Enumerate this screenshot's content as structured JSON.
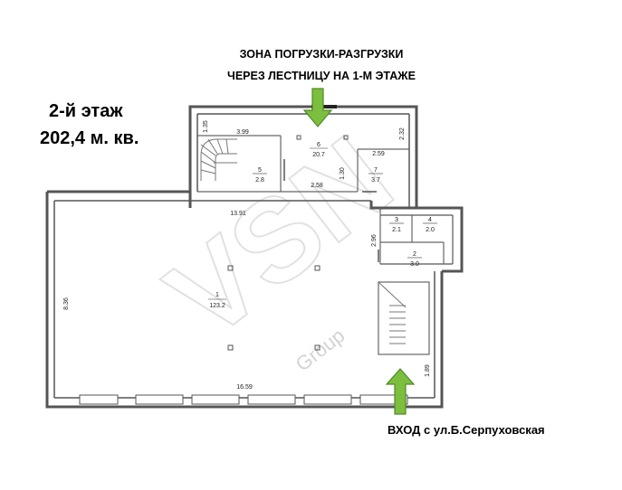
{
  "top_note": {
    "line1": "ЗОНА ПОГРУЗКИ-РАЗГРУЗКИ",
    "line2": "ЧЕРЕЗ ЛЕСТНИЦУ НА 1-М ЭТАЖЕ"
  },
  "floor": {
    "name": "2-й этаж",
    "area": "202,4 м. кв."
  },
  "entrance_note": "ВХОД с ул.Б.Серпуховская",
  "watermark": {
    "brand": "VSN",
    "sub": "Group"
  },
  "rooms": [
    {
      "number": "1",
      "area": "123.2"
    },
    {
      "number": "2",
      "area": "3.0"
    },
    {
      "number": "3",
      "area": "2.1"
    },
    {
      "number": "4",
      "area": "2.0"
    },
    {
      "number": "5",
      "area": "2.8"
    },
    {
      "number": "6",
      "area": "20.7"
    },
    {
      "number": "7",
      "area": "3.7"
    }
  ],
  "dimensions": {
    "d1": "1.35",
    "d2": "3.99",
    "d3": "2.32",
    "d4": "2.59",
    "d5": "1.30",
    "d6": "2.58",
    "d7": "13.91",
    "d8": "2.96",
    "d9": "8.36",
    "d10": "16.59",
    "d11": "1.89"
  },
  "colors": {
    "wall": "#555555",
    "arrow_fill": "#7cbf3f",
    "arrow_stroke": "#4f8a24",
    "watermark": "#c9c9c9"
  }
}
